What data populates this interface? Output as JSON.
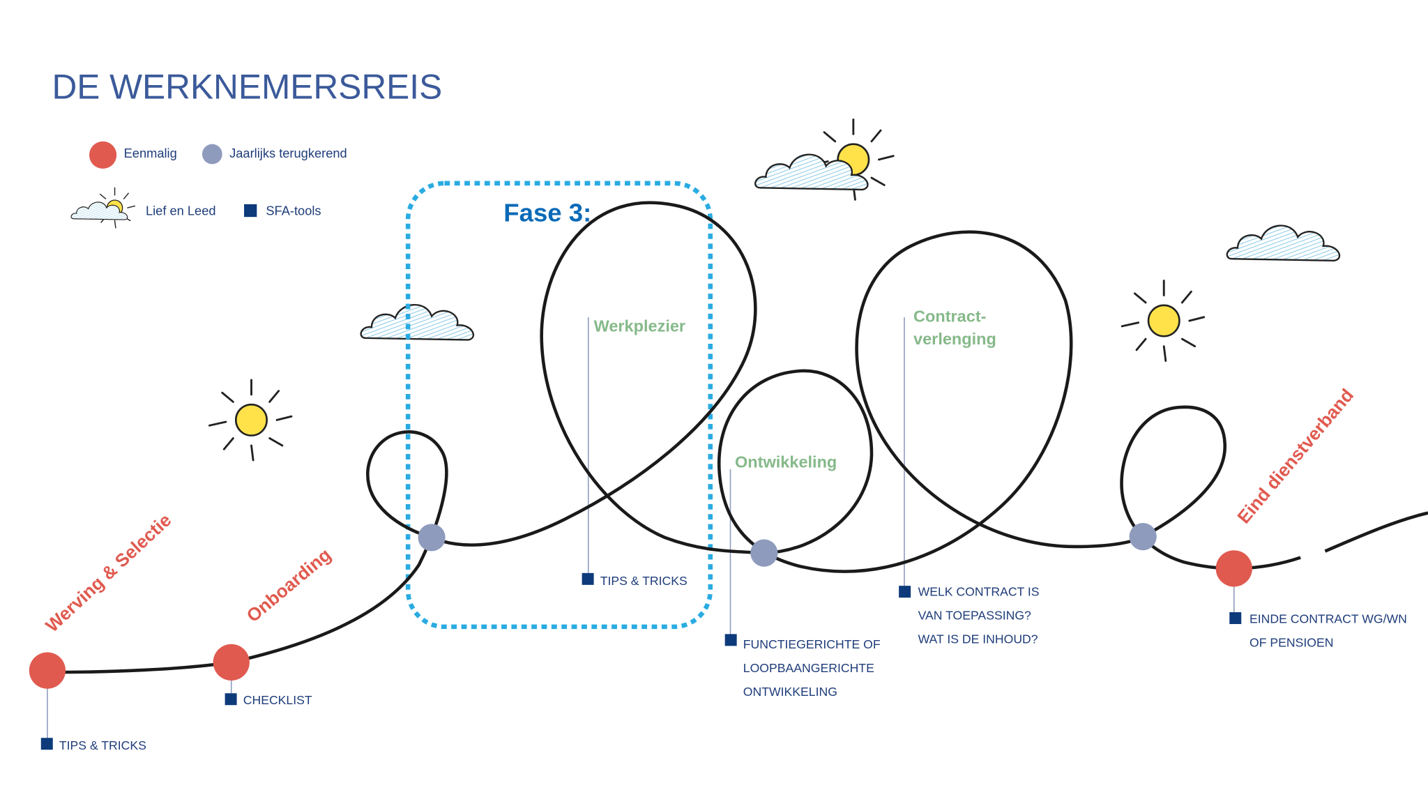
{
  "title": "DE WERKNEMERSREIS",
  "legend": {
    "once": "Eenmalig",
    "yearly": "Jaarlijks terugkerend",
    "weather": "Lief en Leed",
    "tools": "SFA-tools"
  },
  "colors": {
    "once": "#e05a4f",
    "yearly": "#8e9bbd",
    "tool": "#0d3a7a",
    "phase": "#86b98a",
    "highlight": "#29abe2"
  },
  "highlight_label": "Fase 3:",
  "steps": {
    "werving": "Werving & Selectie",
    "onboarding": "Onboarding",
    "eind": "Eind dienstverband"
  },
  "phases": {
    "werkplezier": "Werkplezier",
    "ontwikkeling": "Ontwikkeling",
    "contract_1": "Contract-",
    "contract_2": "verlenging"
  },
  "tools": {
    "werving": "TIPS & TRICKS",
    "onboarding": "CHECKLIST",
    "werkplezier": "TIPS & TRICKS",
    "ontwikkeling": [
      "FUNCTIEGERICHTE OF",
      "LOOPBAANGERICHTE",
      "ONTWIKKELING"
    ],
    "contract": [
      "WELK CONTRACT IS",
      "VAN TOEPASSING?",
      "WAT IS DE INHOUD?"
    ],
    "eind": [
      "EINDE CONTRACT WG/WN",
      "OF PENSIOEN"
    ]
  }
}
